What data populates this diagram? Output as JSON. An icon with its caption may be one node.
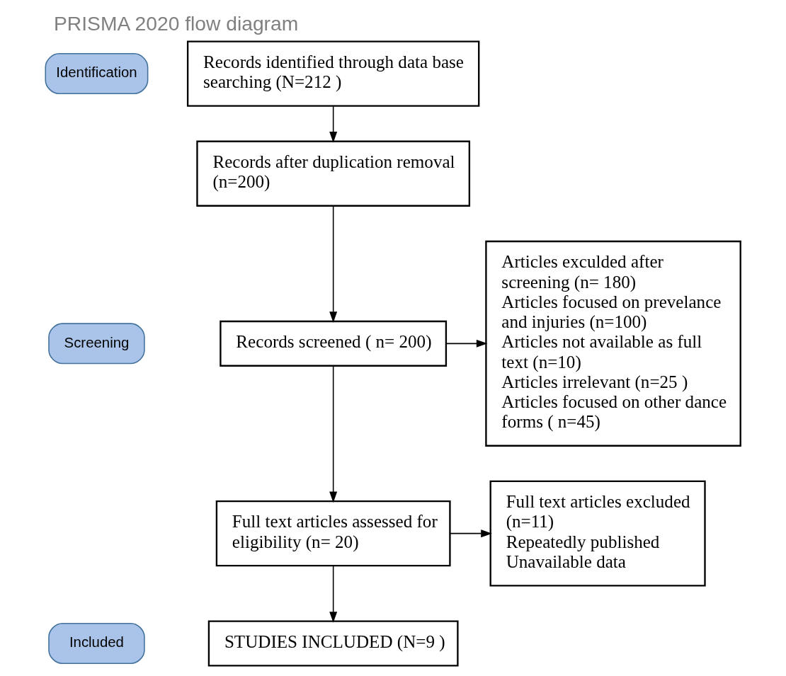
{
  "diagram": {
    "title": "PRISMA 2020 flow diagram",
    "nodes": [
      {
        "text": [
          "Identification"
        ]
      },
      {
        "text": [
          "Screening"
        ]
      },
      {
        "text": [
          "Included"
        ]
      },
      {
        "text": [
          "Records identified through data base searching (N=212 )"
        ]
      },
      {
        "text": [
          "Records after duplication removal (n=200)"
        ]
      },
      {
        "text": [
          "Records screened ( n= 200)"
        ]
      },
      {
        "text": [
          "Articles exculded after screening (n= 180)",
          "Articles focused on prevelance and injuries (n=100)",
          "Articles not available as full text (n=10)",
          "Articles irrelevant (n=25 )",
          "Articles focused on other dance forms ( n=45)"
        ]
      },
      {
        "text": [
          "Full text articles assessed for eligibility (n= 20)"
        ]
      },
      {
        "text": [
          "Full text articles excluded (n=11)",
          "Repeatedly published",
          "Unavailable data"
        ]
      },
      {
        "text": [
          "STUDIES INCLUDED (N=9 )"
        ]
      }
    ],
    "edges": [
      {
        "from": 3,
        "to": 4,
        "arrow": "to"
      },
      {
        "from": 4,
        "to": 5,
        "arrow": "to"
      },
      {
        "from": 5,
        "to": 6,
        "arrow": "to"
      },
      {
        "from": 5,
        "to": 7,
        "arrow": "to"
      },
      {
        "from": 7,
        "to": 8,
        "arrow": "to"
      },
      {
        "from": 7,
        "to": 9,
        "arrow": "to"
      }
    ]
  }
}
